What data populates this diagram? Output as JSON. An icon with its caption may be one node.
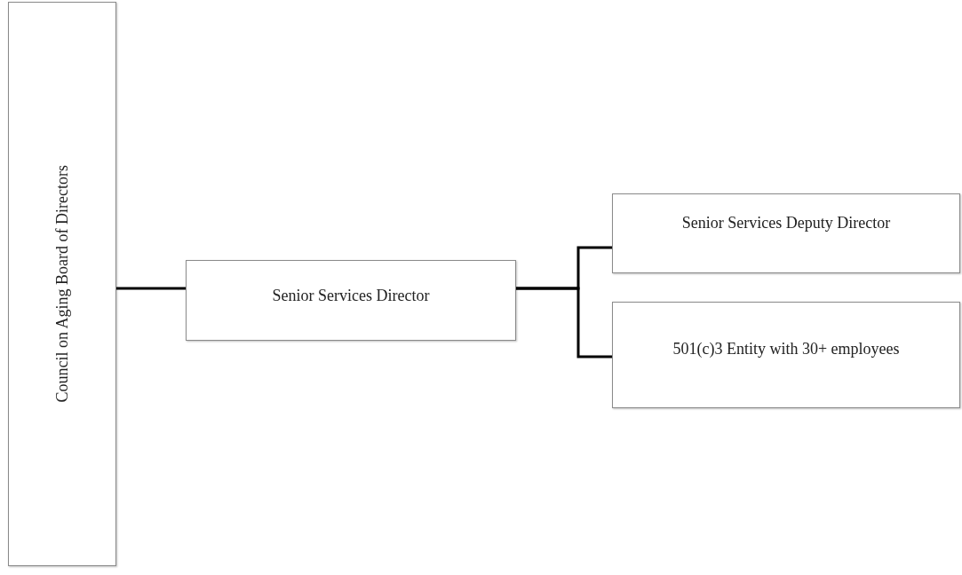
{
  "diagram": {
    "nodes": [
      {
        "text": [
          "Council on Aging Board of Directors"
        ]
      },
      {
        "text": [
          "Senior Services Director"
        ]
      },
      {
        "text": [
          "Senior Services Deputy Director"
        ]
      },
      {
        "text": [
          "501(c)3 Entity with 30+ employees"
        ]
      }
    ],
    "edges": [
      {
        "from": 0,
        "to": 1,
        "arrow": "none"
      },
      {
        "from": 1,
        "to": 2,
        "arrow": "none"
      },
      {
        "from": 1,
        "to": 3,
        "arrow": "none"
      }
    ]
  }
}
